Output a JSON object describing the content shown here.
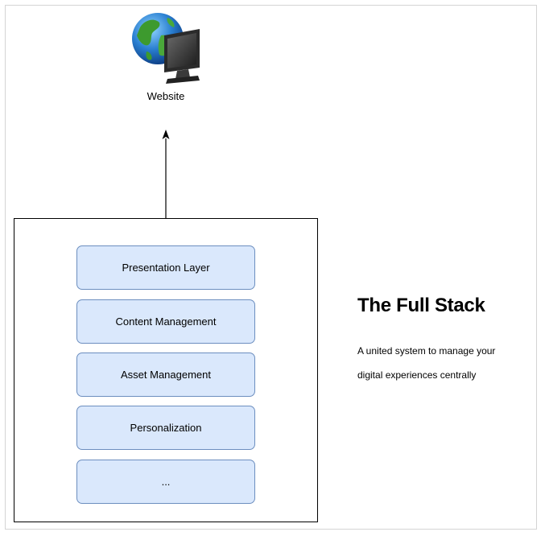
{
  "website": {
    "label": "Website",
    "icon": "globe-monitor-icon"
  },
  "stack": {
    "layers": [
      {
        "label": "Presentation Layer"
      },
      {
        "label": "Content Management"
      },
      {
        "label": "Asset Management"
      },
      {
        "label": "Personalization"
      },
      {
        "label": "..."
      }
    ],
    "fill_color": "#dae8fc",
    "stroke_color": "#6c8ebf"
  },
  "heading": {
    "title": "The Full Stack",
    "description_line1": "A united system to manage your",
    "description_line2": "digital experiences centrally"
  }
}
